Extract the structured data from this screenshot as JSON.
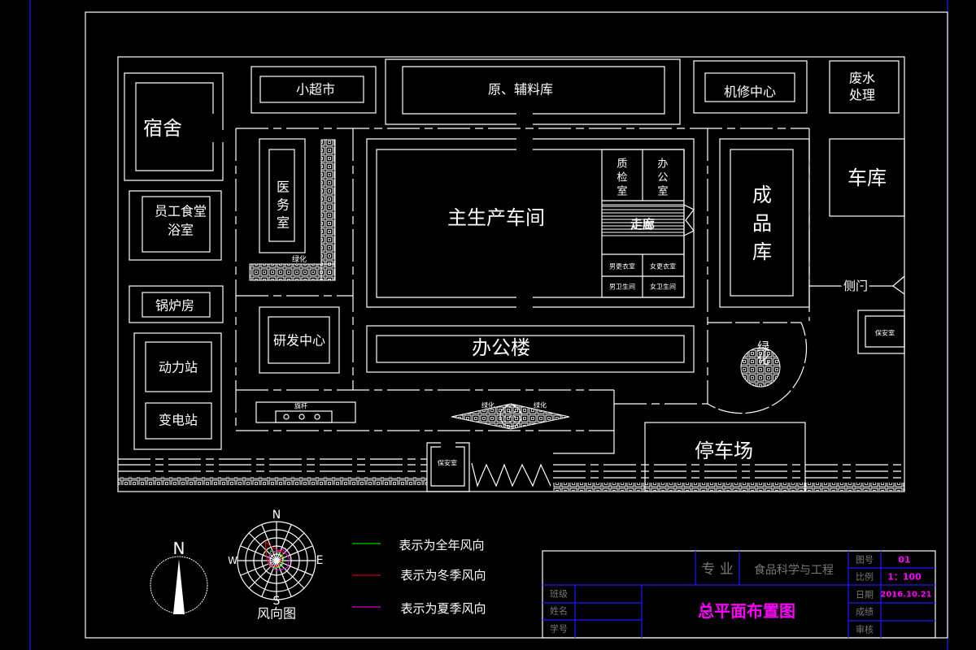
{
  "buildings": {
    "dormitory": "宿舍",
    "canteen_line1": "员工食堂",
    "canteen_line2": "浴室",
    "boiler": "锅炉房",
    "power_station": "动力站",
    "substation": "变电站",
    "supermarket": "小超市",
    "raw_material": "原、辅料库",
    "repair": "机修中心",
    "wastewater_line1": "废水",
    "wastewater_line2": "处理",
    "garage": "车库",
    "clinic": [
      "医",
      "务",
      "室"
    ],
    "greening_strip": "绿化",
    "main_workshop": "主生产车间",
    "qc_room": [
      "质",
      "检",
      "室"
    ],
    "office_room": [
      "办",
      "公",
      "室"
    ],
    "corridor": "走廊",
    "male_locker": "男更衣室",
    "female_locker": "女更衣室",
    "male_wc": "男卫生间",
    "female_wc": "女卫生间",
    "warehouse": [
      "成",
      "品",
      "库"
    ],
    "side_gate": "侧门",
    "rnd": "研发中心",
    "office_building": "办公楼",
    "green_circle": "绿化",
    "guard_right": "保安室",
    "flagpole": "旗杆",
    "fountain_left": "绿化",
    "fountain_right": "绿化",
    "parking": "停车场",
    "guard_gate": "保安室"
  },
  "north_arrow": {
    "label": "N"
  },
  "wind_rose": {
    "title": "风向图",
    "n": "N",
    "s": "S",
    "e": "E",
    "w": "W",
    "colors": {
      "annual": "#00ff00",
      "winter": "#ff0000",
      "summer": "#ff00ff"
    }
  },
  "legend": [
    {
      "label": "表示为全年风向",
      "color": "#00ff00"
    },
    {
      "label": "表示为冬季风向",
      "color": "#ff0000"
    },
    {
      "label": "表示为夏季风向",
      "color": "#ff00ff"
    }
  ],
  "title_block": {
    "major_label": "专 业",
    "major_value": "食品科学与工程",
    "drawing_no_label": "图号",
    "drawing_no": "01",
    "scale_label": "比例",
    "scale": "1：100",
    "date_label": "日期",
    "date": "2016.10.21",
    "grade_label": "成绩",
    "review_label": "审核",
    "class_label": "班级",
    "name_label": "姓名",
    "student_id_label": "学号",
    "drawing_title": "总平面布置图"
  }
}
